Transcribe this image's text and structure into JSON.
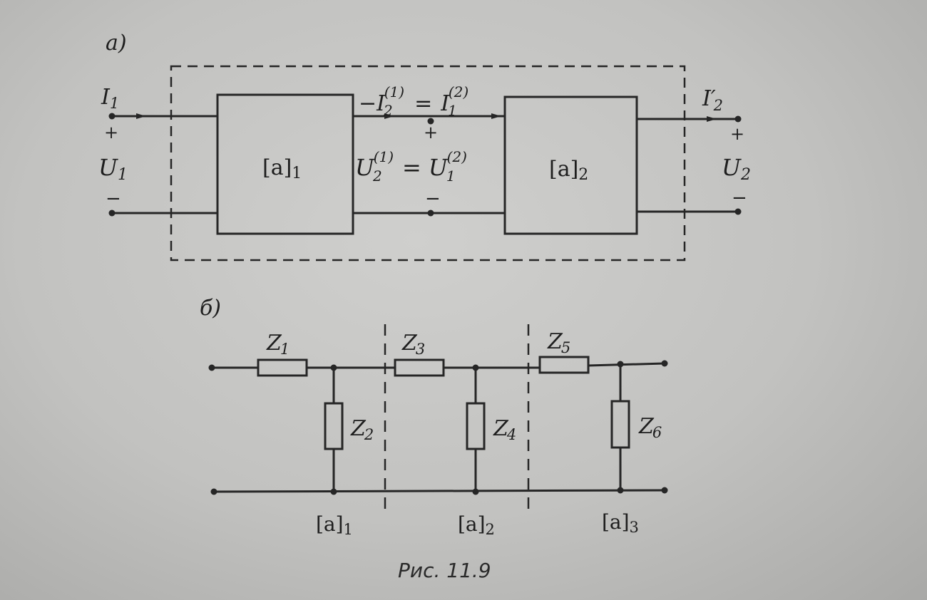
{
  "figure": {
    "panel_a_label": "a)",
    "panel_b_label": "б)",
    "caption": "Рис. 11.9"
  },
  "panel_a": {
    "input_current": "I",
    "input_current_sub": "1",
    "input_voltage": "U",
    "input_voltage_sub": "1",
    "plus": "+",
    "minus": "−",
    "block1": "[a]",
    "block1_sub": "1",
    "block2": "[a]",
    "block2_sub": "2",
    "mid_current": "−I",
    "mid_current_sub": "2",
    "mid_current_sup": "(1)",
    "eq": "=",
    "mid_current_rhs": "I",
    "mid_current_rhs_sub": "1",
    "mid_current_rhs_sup": "(2)",
    "mid_voltage": "U",
    "mid_voltage_sub": "2",
    "mid_voltage_sup": "(1)",
    "mid_voltage_rhs": "U",
    "mid_voltage_rhs_sub": "1",
    "mid_voltage_rhs_sup": "(2)",
    "output_current": "I′",
    "output_current_sub": "2",
    "output_voltage": "U",
    "output_voltage_sub": "2"
  },
  "panel_b": {
    "z": "Z",
    "z1_sub": "1",
    "z2_sub": "2",
    "z3_sub": "3",
    "z4_sub": "4",
    "z5_sub": "5",
    "z6_sub": "6",
    "section": "[a]",
    "section1_sub": "1",
    "section2_sub": "2",
    "section3_sub": "3"
  }
}
